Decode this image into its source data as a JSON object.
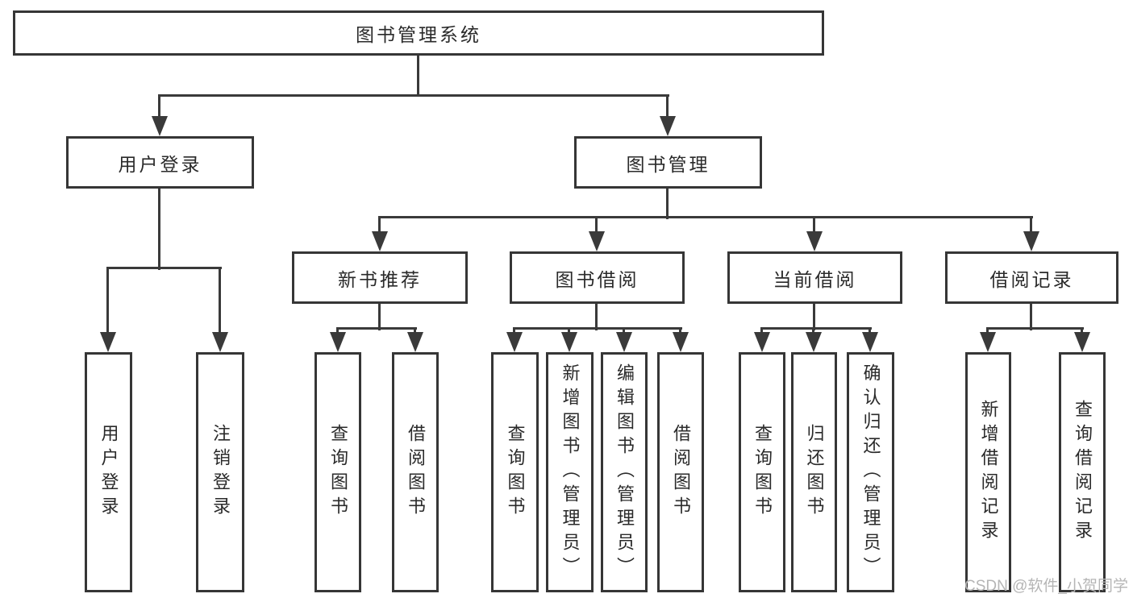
{
  "diagram": {
    "title": "图书管理系统",
    "children": [
      {
        "label": "用户登录",
        "children": [
          {
            "label": "用户登录"
          },
          {
            "label": "注销登录"
          }
        ]
      },
      {
        "label": "图书管理",
        "children": [
          {
            "label": "新书推荐",
            "children": [
              {
                "label": "查询图书"
              },
              {
                "label": "借阅图书"
              }
            ]
          },
          {
            "label": "图书借阅",
            "children": [
              {
                "label": "查询图书"
              },
              {
                "label": "新增图书（管理员）"
              },
              {
                "label": "编辑图书（管理员）"
              },
              {
                "label": "借阅图书"
              }
            ]
          },
          {
            "label": "当前借阅",
            "children": [
              {
                "label": "查询图书"
              },
              {
                "label": "归还图书"
              },
              {
                "label": "确认归还（管理员）"
              }
            ]
          },
          {
            "label": "借阅记录",
            "children": [
              {
                "label": "新增借阅记录"
              },
              {
                "label": "查询借阅记录"
              }
            ]
          }
        ]
      }
    ]
  },
  "watermark": {
    "text": "CSDN @软件_小贺同学"
  },
  "colors": {
    "line": "#3a3a3a",
    "box_border": "#363636",
    "text": "#2a2a2a",
    "background": "#ffffff",
    "watermark": "#b5b5b5"
  }
}
